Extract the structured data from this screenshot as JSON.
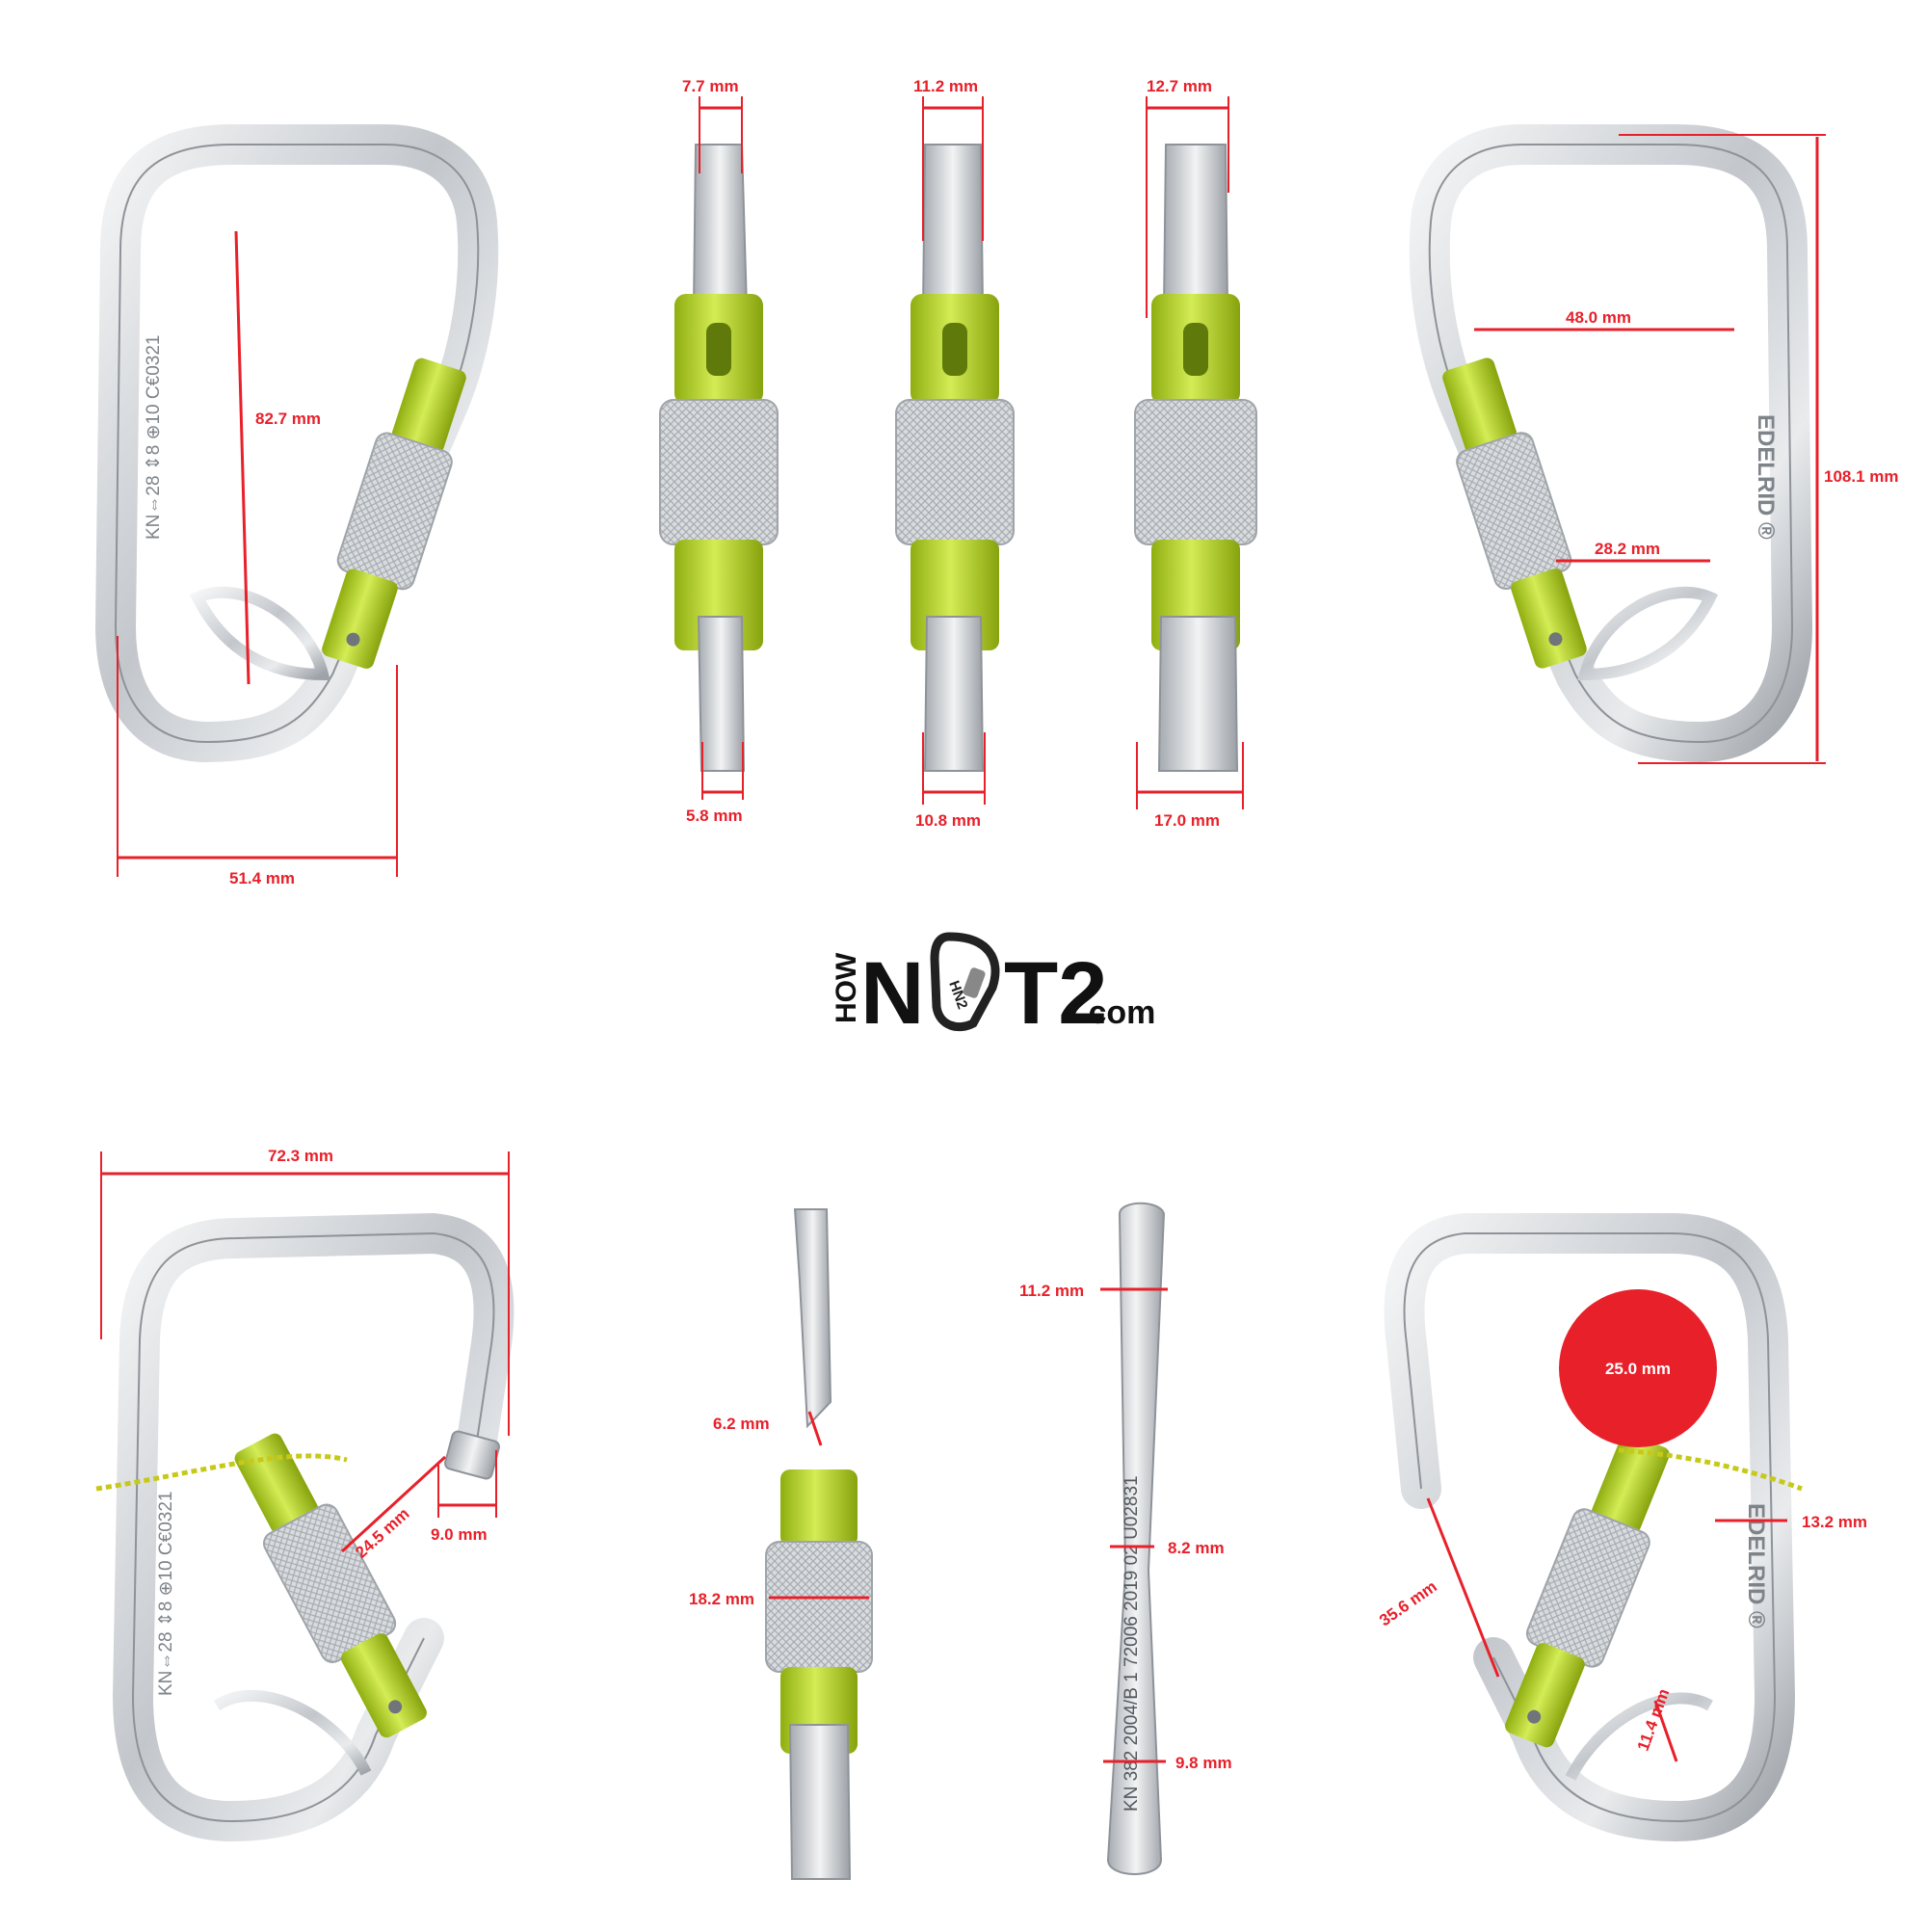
{
  "brand": {
    "vertical": "HOW",
    "main_a": "N",
    "main_b": "T2",
    "suffix": ".com",
    "badge": "HN2"
  },
  "engraving": {
    "left_spine": "KN⇔28 ⇕8 ⊕10 C€0321",
    "right_spine": "EDELRID ®",
    "bottom_spine": "KN 382 2004/B 1 72006 2019 02 U02831"
  },
  "measurements": {
    "m1": "7.7 mm",
    "m2": "11.2 mm",
    "m3": "12.7 mm",
    "m4": "82.7 mm",
    "m5": "5.8 mm",
    "m6": "10.8 mm",
    "m7": "17.0 mm",
    "m8": "51.4 mm",
    "m9": "48.0 mm",
    "m10": "108.1 mm",
    "m11": "28.2 mm",
    "m12": "72.3 mm",
    "m13": "24.5 mm",
    "m14": "9.0 mm",
    "m15": "6.2 mm",
    "m16": "18.2 mm",
    "m17": "11.2 mm",
    "m18": "8.2 mm",
    "m19": "9.8 mm",
    "m20": "25.0 mm",
    "m21": "13.2 mm",
    "m22": "35.6 mm",
    "m23": "11.4 mm"
  },
  "colors": {
    "dimension": "#e8202a",
    "sleeve": "#b8d62e",
    "metal": "#c9ccd0"
  }
}
